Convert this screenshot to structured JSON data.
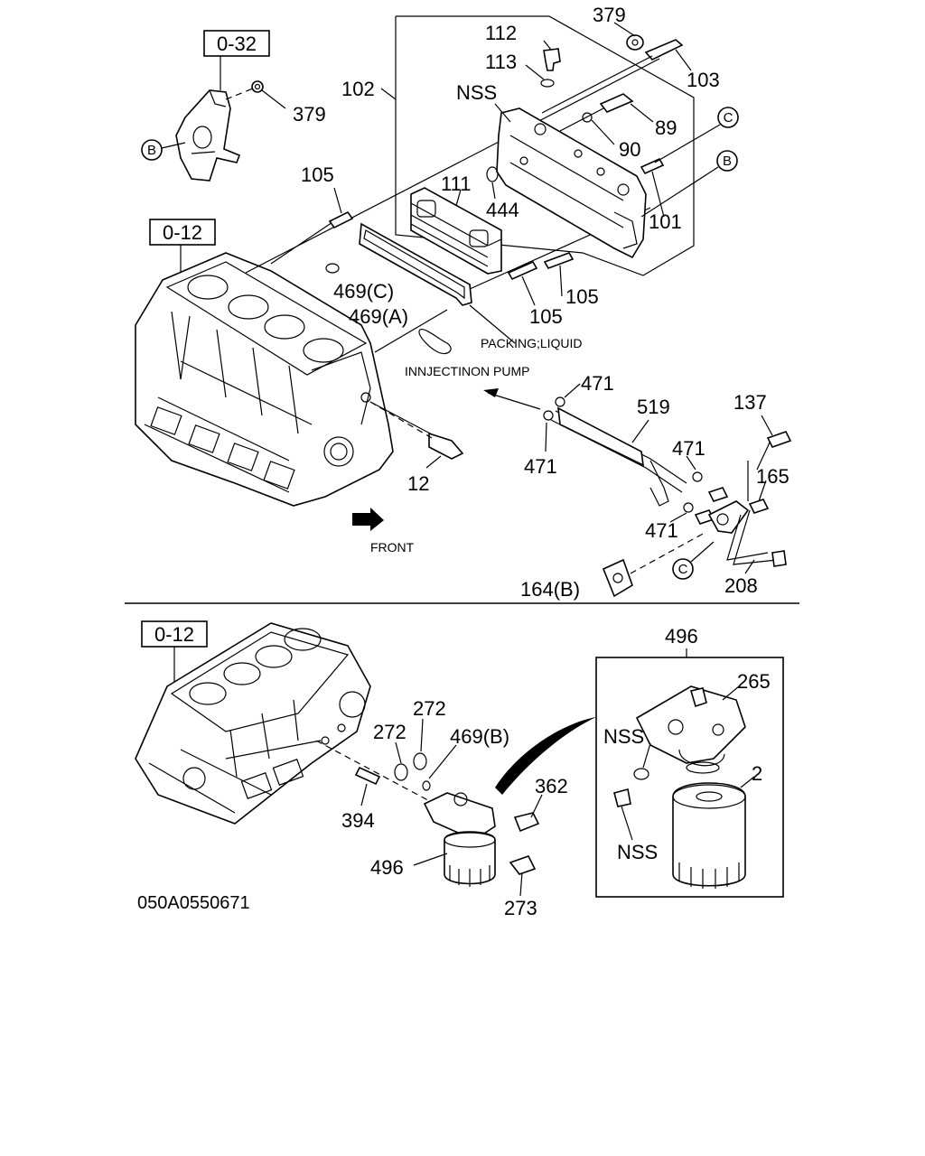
{
  "drawing_code": "050A0550671",
  "ref_boxes": {
    "top_left": "0-32",
    "block_top": "0-12",
    "block_bottom": "0-12"
  },
  "circled": {
    "B": "B",
    "C": "C"
  },
  "labels": {
    "p379_top": "379",
    "p112": "112",
    "p113": "113",
    "p102": "102",
    "p103": "103",
    "p379_left": "379",
    "nss_top": "NSS",
    "p89": "89",
    "p90": "90",
    "p105_left": "105",
    "p111": "111",
    "p444": "444",
    "p101": "101",
    "p469c": "469(C)",
    "p105_right": "105",
    "p105_mid": "105",
    "p469a": "469(A)",
    "packing": "PACKING;LIQUID",
    "injection": "INNJECTINON PUMP",
    "p471_a": "471",
    "p519": "519",
    "p137": "137",
    "p471_b": "471",
    "p471_c": "471",
    "p165": "165",
    "p12": "12",
    "p471_d": "471",
    "front": "FRONT",
    "p164b": "164(B)",
    "p208": "208",
    "p496_box": "496",
    "p265": "265",
    "p272_a": "272",
    "p272_b": "272",
    "p469b": "469(B)",
    "nss_mid": "NSS",
    "p362": "362",
    "p2": "2",
    "p394": "394",
    "nss_low": "NSS",
    "p496": "496",
    "p273": "273"
  }
}
